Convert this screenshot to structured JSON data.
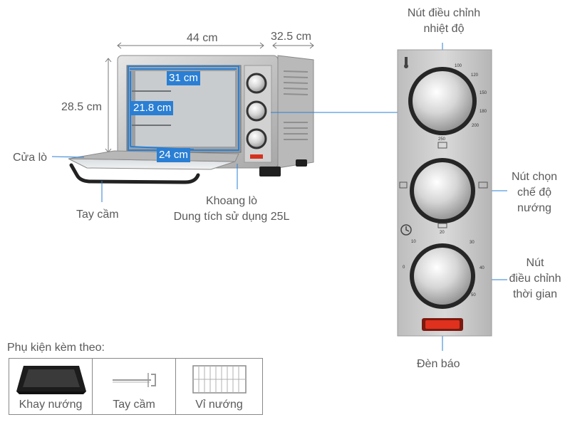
{
  "dimensions": {
    "width": "44 cm",
    "depth": "32.5 cm",
    "height": "28.5 cm",
    "inner_width": "31 cm",
    "inner_height": "21.8 cm",
    "inner_depth": "24 cm"
  },
  "labels": {
    "door": "Cửa lò",
    "handle": "Tay cầm",
    "chamber_line1": "Khoang lò",
    "chamber_line2": "Dung tích sử dụng 25L",
    "temp_knob_line1": "Nút điều chỉnh",
    "temp_knob_line2": "nhiệt độ",
    "mode_knob_line1": "Nút chọn",
    "mode_knob_line2": "chế độ",
    "mode_knob_line3": "nướng",
    "timer_knob_line1": "Nút",
    "timer_knob_line2": "điều chỉnh",
    "timer_knob_line3": "thời gian",
    "indicator": "Đèn báo"
  },
  "panel": {
    "temp_ticks": [
      "100",
      "120",
      "150",
      "180",
      "200",
      "250"
    ],
    "timer_ticks": [
      "0",
      "10",
      "20",
      "30",
      "40",
      "50"
    ]
  },
  "accessories": {
    "title": "Phụ kiện kèm theo:",
    "items": [
      "Khay nướng",
      "Tay cầm",
      "Vỉ nướng"
    ]
  },
  "colors": {
    "accent_blue": "#2a7fd4",
    "indicator_red": "#e0301e",
    "steel": "#c8c8c8"
  }
}
